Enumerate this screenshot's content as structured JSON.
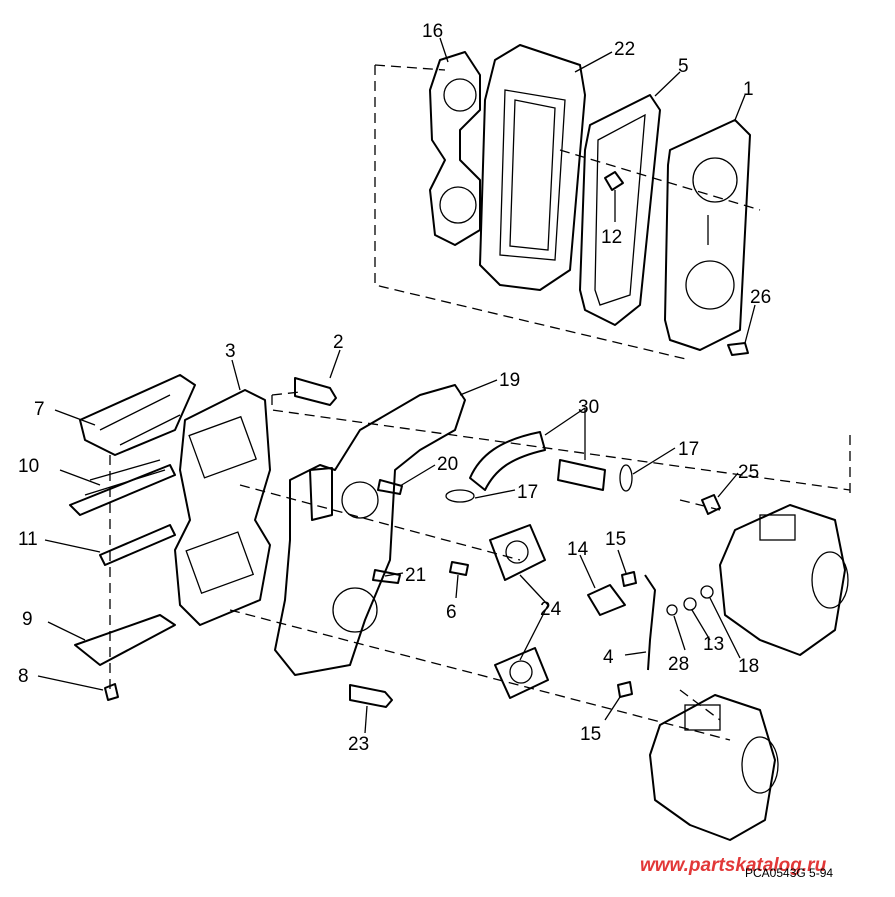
{
  "callouts": [
    "16",
    "22",
    "5",
    "1",
    "12",
    "26",
    "3",
    "2",
    "19",
    "30",
    "7",
    "17",
    "10",
    "20",
    "17",
    "25",
    "11",
    "15",
    "14",
    "21",
    "6",
    "24",
    "9",
    "28",
    "13",
    "4",
    "18",
    "8",
    "23",
    "15"
  ],
  "watermark": "www.partskatalog.ru",
  "figure_ref": "PCA0543G  5-94"
}
